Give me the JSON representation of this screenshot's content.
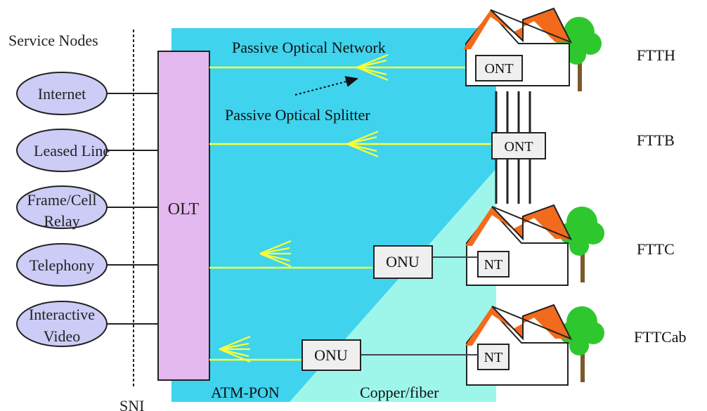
{
  "labels": {
    "service_nodes": "Service Nodes",
    "sni": "SNI",
    "olt": "OLT",
    "pon": "Passive Optical Network",
    "splitter": "Passive Optical Splitter",
    "atm_pon": "ATM-PON",
    "copper_fiber": "Copper/fiber"
  },
  "service_nodes": [
    {
      "lines": [
        "Internet"
      ]
    },
    {
      "lines": [
        "Leased Line"
      ]
    },
    {
      "lines": [
        "Frame/Cell",
        "Relay"
      ]
    },
    {
      "lines": [
        "Telephony"
      ]
    },
    {
      "lines": [
        "Interactive",
        "Video"
      ]
    }
  ],
  "devices": {
    "ont_ftth": "ONT",
    "ont_fttb": "ONT",
    "onu_fttc": "ONU",
    "onu_fttcab": "ONU",
    "nt_fttc": "NT",
    "nt_fttcab": "NT"
  },
  "access_types": {
    "ftth": "FTTH",
    "fttb": "FTTB",
    "fttc": "FTTC",
    "fttcab": "FTTCab"
  },
  "colors": {
    "pon_area": "#3fd3ee",
    "copper_area": "#9ef6ea",
    "fiber": "#ffff33",
    "splitter": "#ffff33",
    "olt_fill": "#e3b8ee",
    "node_fill": "#ccccf6",
    "roof": "#f26a1b",
    "tree": "#2ec82e",
    "box_fill": "#efefef"
  }
}
